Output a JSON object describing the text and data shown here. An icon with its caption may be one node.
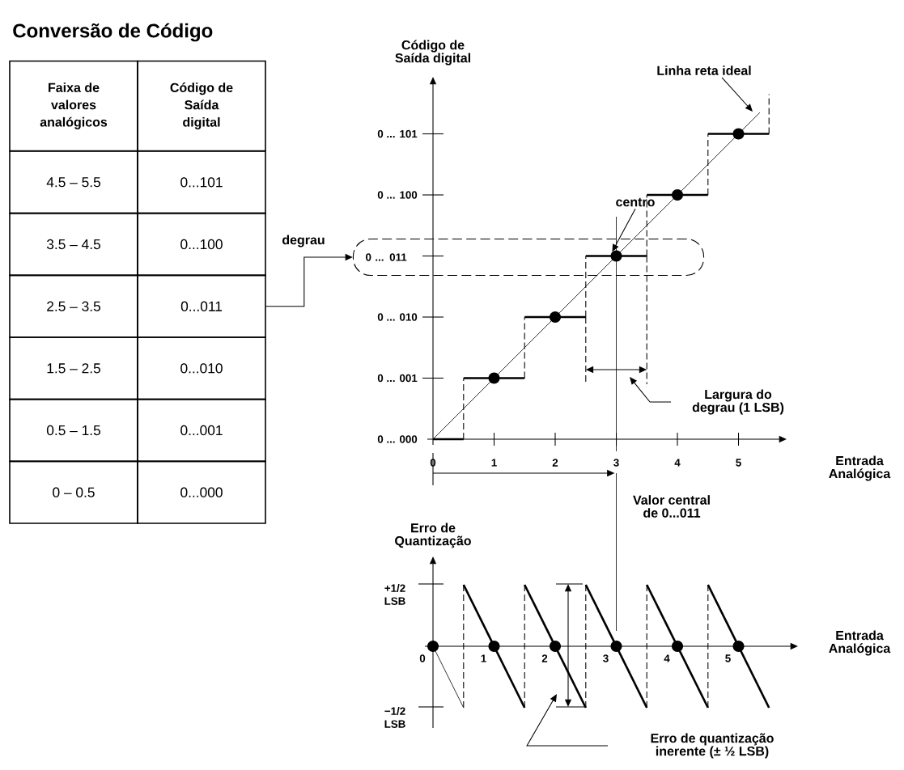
{
  "diagram": {
    "title": "Conversão de Código",
    "nodes": [
      {
        "text": [
          "0...011"
        ]
      },
      {
        "text": [
          "0 ... 011"
        ]
      },
      {
        "text": [
          "Linha reta ideal"
        ]
      },
      {
        "text": [
          "centro"
        ]
      },
      {
        "text": [
          "Largura do degrau (1 LSB)"
        ]
      },
      {
        "text": [
          "Erro de quantização inerente (± ½ LSB)"
        ]
      },
      {
        "text": [],
        "shape": "circle",
        "in": 1
      }
    ],
    "edges": [
      {
        "from": 0,
        "to": 1,
        "arrow": "to",
        "label": "degrau"
      },
      {
        "from": 2,
        "to": null,
        "arrow": "to"
      },
      {
        "from": 3,
        "to": 6,
        "arrow": "to"
      },
      {
        "from": 4,
        "to": null,
        "arrow": "to"
      },
      {
        "from": 5,
        "to": null,
        "arrow": "to"
      }
    ],
    "labels": [
      "Faixa de valores analógicos",
      "Código de Saída digital",
      "4.5 – 5.5",
      "0...101",
      "3.5 – 4.5",
      "0...100",
      "2.5 – 3.5",
      "1.5 – 2.5",
      "0...010",
      "0.5 – 1.5",
      "0...001",
      "0 – 0.5",
      "0...000",
      "Código de Saída digital",
      "0 ... 101",
      "0 ... 100",
      "0 ... 010",
      "0 ... 001",
      "0 ... 000",
      "0",
      "1",
      "2",
      "3",
      "4",
      "5",
      "Entrada Analógica",
      "Valor central de 0...011",
      "Erro de Quantização",
      "+1/2 LSB",
      "−1/2 LSB",
      "0",
      "1",
      "2",
      "3",
      "4",
      "5",
      "Entrada Analógica"
    ]
  }
}
